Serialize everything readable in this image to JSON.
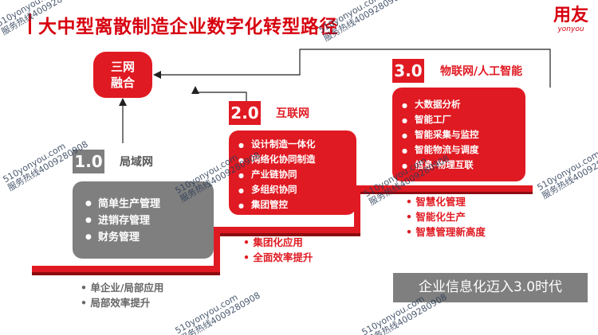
{
  "title": "大中型离散制造企业数字化转型路径",
  "logo": {
    "cn": "用友",
    "en": "yonyou"
  },
  "hub": {
    "line1": "三网",
    "line2": "融合"
  },
  "stages": [
    {
      "level": "1.0",
      "name": "局域网",
      "items": [
        "简单生产管理",
        "进销存管理",
        "财务管理"
      ]
    },
    {
      "level": "2.0",
      "name": "互联网",
      "items": [
        "设计制造一体化",
        "网络化协同制造",
        "产业链协同",
        "多组织协同",
        "集团管控"
      ]
    },
    {
      "level": "3.0",
      "name": "物联网/人工智能",
      "items": [
        "大数据分析",
        "智能工厂",
        "智能采集与监控",
        "智能物流与调度",
        "信息-物理互联"
      ]
    }
  ],
  "notes": {
    "stage1": [
      "• 单企业/局部应用",
      "• 局部效率提升"
    ],
    "stage2": [
      "• 集团化应用",
      "• 全面效率提升"
    ],
    "stage3": [
      "• 智慧化管理",
      "• 智能化生产",
      "• 智慧管理新高度"
    ]
  },
  "banner": "企业信息化迈入3.0时代",
  "watermark": {
    "line1": "510yonyou.com",
    "line2": "服务热线4009280908"
  },
  "colors": {
    "accent": "#d7000f",
    "red_card": "#e01a22",
    "grey_card": "#7f7f7f",
    "step_shadow": "#8c0b10"
  }
}
